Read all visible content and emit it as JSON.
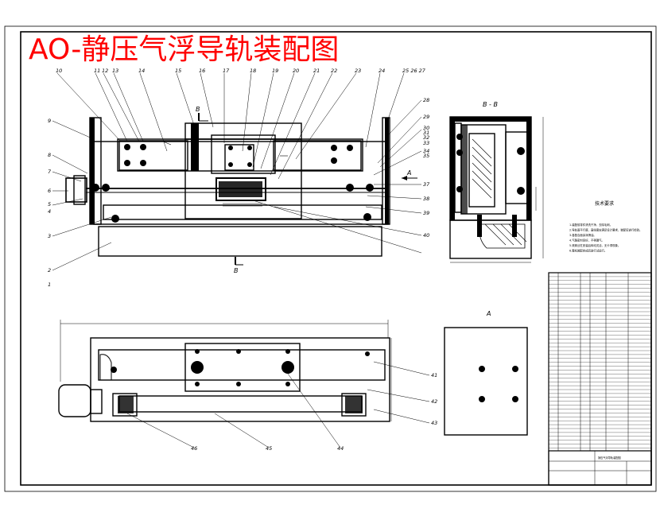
{
  "title": "AO-静压气浮导轨装配图",
  "views": {
    "section_label": "B - B",
    "detail_label": "A",
    "arrow_label": "A",
    "cut_letter": "B"
  },
  "balloons_top": [
    "10",
    "11",
    "12",
    "13",
    "14",
    "15",
    "16",
    "17",
    "18",
    "19",
    "20",
    "21",
    "22",
    "23",
    "24",
    "25 26 27"
  ],
  "balloons_left": [
    "9",
    "8",
    "7",
    "6",
    "5",
    "4",
    "3",
    "2",
    "1"
  ],
  "balloons_right": [
    "28",
    "29",
    "30",
    "31",
    "32",
    "33",
    "34",
    "35",
    "37",
    "38",
    "39",
    "40"
  ],
  "balloons_bottom": [
    "41",
    "42",
    "43",
    "44",
    "45",
    "46"
  ],
  "tech_heading": "技术要求",
  "tech_notes": [
    "1.装配前零件清洗干净，去除毛刺。",
    "2.导轨面平行度、直线度应满足设计要求，装配后进行检验。",
    "3.各配合面涂润滑油。",
    "4.气路密封良好，不得漏气。",
    "5.滚珠丝杠安装后转动灵活，无卡滞现象。",
    "6.整机装配完成后进行试运行。"
  ],
  "title_block": {
    "drawing_name": "静压气浮导轨装配图"
  }
}
